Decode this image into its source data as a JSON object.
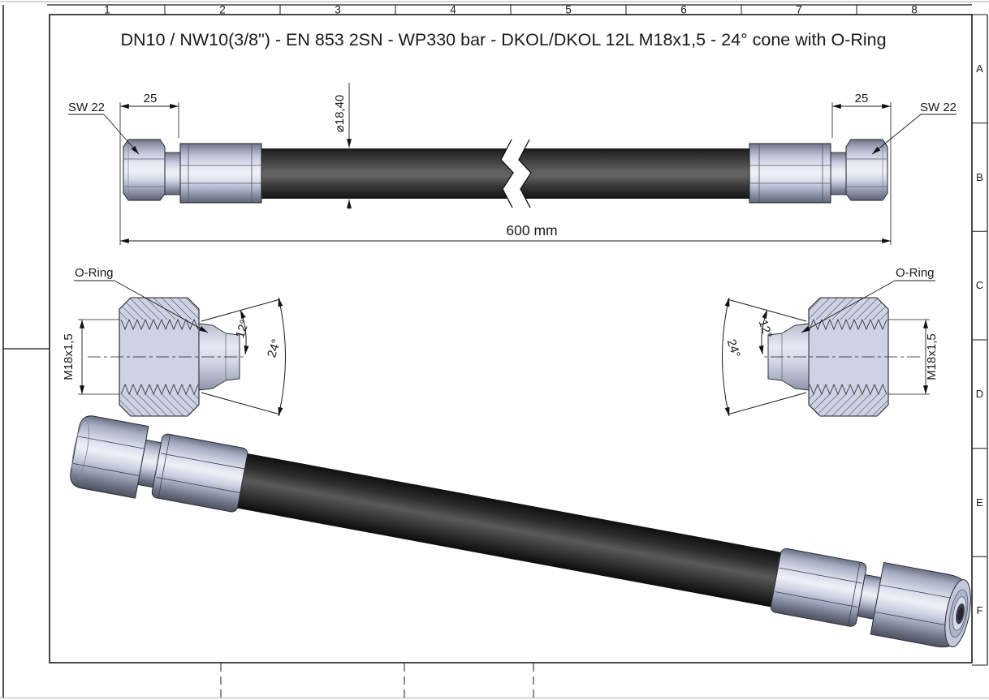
{
  "title": {
    "text": "DN10 / NW10(3/8\") - EN 853 2SN - WP330 bar - DKOL/DKOL 12L M18x1,5 - 24° cone with O-Ring",
    "color": "#4e2323"
  },
  "ruler_top": {
    "cols": [
      "1",
      "2",
      "3",
      "4",
      "5",
      "6",
      "7",
      "8"
    ]
  },
  "ruler_right": {
    "rows": [
      "A",
      "B",
      "C",
      "D",
      "E",
      "F"
    ]
  },
  "side_view": {
    "overall_length": "600 mm",
    "hose_outer_diameter": "⌀18,40",
    "nut_length_left": "25",
    "nut_length_right": "25",
    "wrench_size_left": "SW 22",
    "wrench_size_right": "SW 22"
  },
  "detail_left": {
    "oring_label": "O-Ring",
    "thread": "M18x1,5",
    "half_cone_angle": "12°",
    "cone_angle": "24°"
  },
  "detail_right": {
    "oring_label": "O-Ring",
    "thread": "M18x1,5",
    "half_cone_angle": "12°",
    "cone_angle": "24°"
  },
  "colors": {
    "line": "#1a1a1a",
    "title_text": "#4e2323",
    "metal_light": "#eceef7",
    "metal_mid": "#c2c7da",
    "metal_dark": "#5f6375",
    "hose_dark": "#2b2b2b",
    "oring_black": "#151515"
  }
}
